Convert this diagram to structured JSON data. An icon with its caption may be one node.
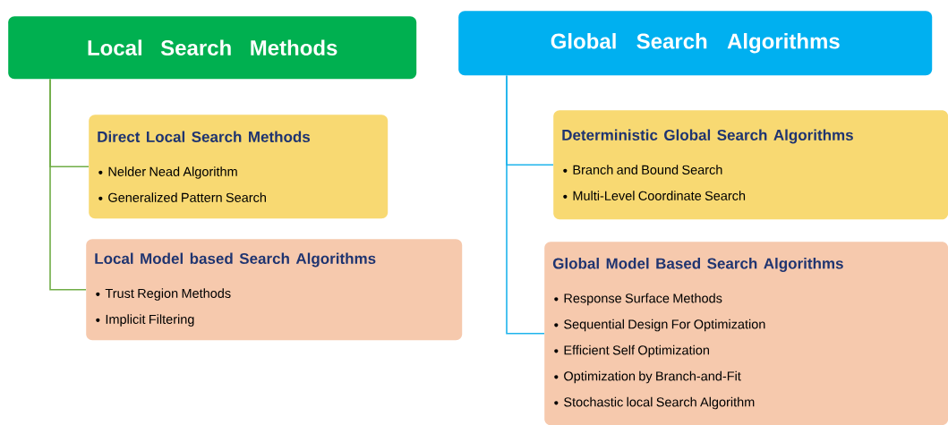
{
  "diagram": {
    "nodes": [
      {
        "text": [
          "Local Search Methods"
        ]
      },
      {
        "text": [
          "Direct Local Search Methods",
          "Nelder Nead Algorithm",
          "Generalized Pattern Search"
        ]
      },
      {
        "text": [
          "Local Model based Search Algorithms",
          "Trust Region Methods",
          "Implicit Filtering"
        ]
      },
      {
        "text": [
          "Global Search Algorithms"
        ]
      },
      {
        "text": [
          "Deterministic Global Search Algorithms",
          "Branch and Bound Search",
          "Multi-Level Coordinate Search"
        ]
      },
      {
        "text": [
          "Global Model Based Search Algorithms",
          "Response Surface Methods",
          "Sequential Design For Optimization",
          "Efficient Self Optimization",
          "Optimization by Branch-and-Fit",
          "Stochastic local Search Algorithm"
        ]
      }
    ],
    "edges": [
      {
        "from": 0,
        "to": 1,
        "arrow": "none",
        "color": "#70ad47"
      },
      {
        "from": 0,
        "to": 2,
        "arrow": "none",
        "color": "#70ad47"
      },
      {
        "from": 3,
        "to": 4,
        "arrow": "none",
        "color": "#1fb4ec"
      },
      {
        "from": 3,
        "to": 5,
        "arrow": "none",
        "color": "#1fb4ec"
      }
    ]
  }
}
